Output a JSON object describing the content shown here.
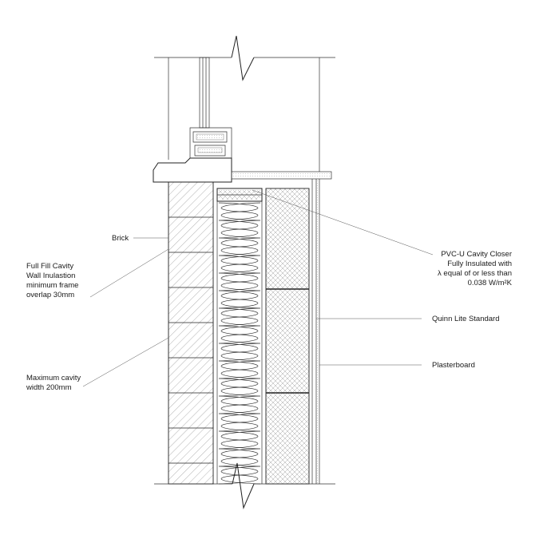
{
  "labels": {
    "brick": "Brick",
    "insulation": [
      "Full Fill Cavity",
      "Wall Inulastion",
      "minimum frame",
      "overlap 30mm"
    ],
    "cavity": [
      "Maximum cavity",
      "width 200mm"
    ],
    "closer": [
      "PVC-U Cavity Closer",
      "Fully Insulated with",
      "λ equal of or less than",
      "0.038 W/m²K"
    ],
    "block": "Quinn Lite Standard",
    "plaster": "Plasterboard"
  }
}
